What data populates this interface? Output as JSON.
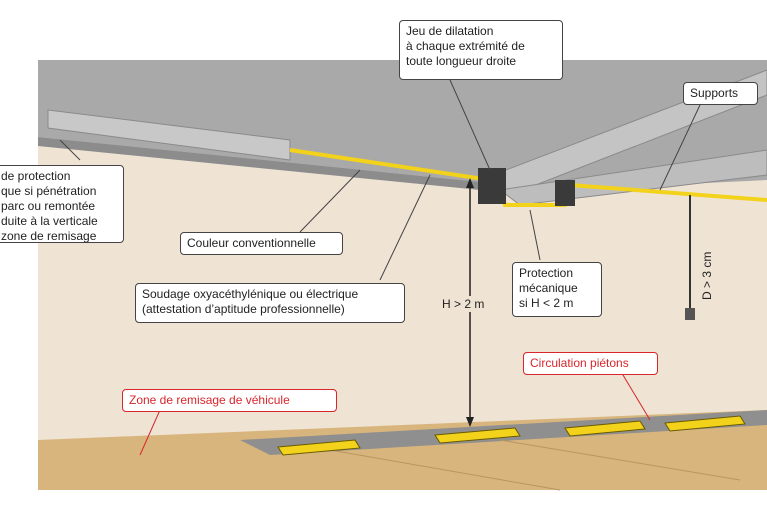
{
  "callouts": {
    "protection_left": "de protection\nque si pénétration\n parc ou remontée\nduite à la verticale\nzone de remisage",
    "couleur": "Couleur conventionnelle",
    "soudage": "Soudage oxyacéthylénique ou électrique\n(attestation d’aptitude professionnelle)",
    "dilatation": "Jeu de dilatation\nà chaque extrémité de\ntoute longueur droite",
    "supports": "Supports",
    "protection_mecanique": "Protection\nmécanique\nsi H < 2 m",
    "circulation": "Circulation piétons",
    "zone_remisage": "Zone de remisage de véhicule"
  },
  "dimensions": {
    "height": "H > 2 m",
    "distance": "D > 3 cm"
  },
  "colors": {
    "wall": "#efe3d4",
    "ceiling": "#a6a6a6",
    "floor": "#d7b27a",
    "pipe": "#f2d21b",
    "red_callout": "#d8262c"
  }
}
